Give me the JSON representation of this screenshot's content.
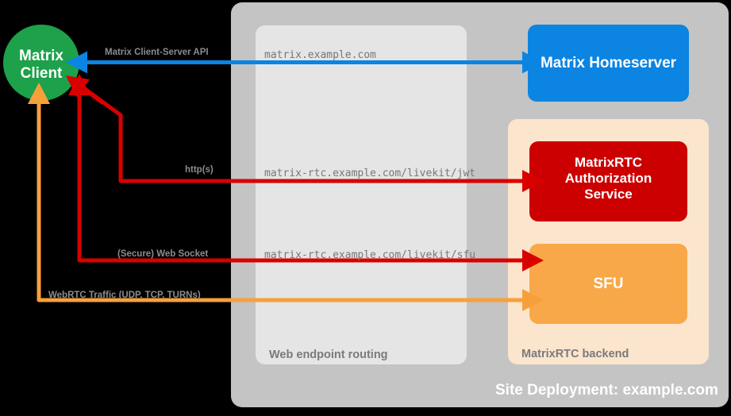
{
  "diagram": {
    "title_caption": "Site Deployment: example.com",
    "colors": {
      "background": "#000000",
      "site_container": "#c4c4c4",
      "web_routing_container": "#e5e5e5",
      "matrixrtc_container": "#fce5cd",
      "client_green": "#1da14a",
      "homeserver_blue": "#0b84e2",
      "auth_red": "#cc0000",
      "sfu_orange": "#f8a849",
      "arrow_blue": "#0b84e2",
      "arrow_red": "#d90000",
      "arrow_orange": "#f6a03c",
      "caption_gray": "#7a7a7a",
      "url_gray": "#777777"
    }
  },
  "nodes": {
    "client": {
      "line1": "Matrix",
      "line2": "Client"
    },
    "homeserver": {
      "label": "Matrix Homeserver"
    },
    "auth_service": {
      "line1": "MatrixRTC",
      "line2": "Authorization",
      "line3": "Service"
    },
    "sfu": {
      "label": "SFU"
    }
  },
  "groups": {
    "web_endpoint_routing": {
      "caption": "Web endpoint routing"
    },
    "matrixrtc_backend": {
      "caption": "MatrixRTC backend"
    },
    "site": {
      "caption": "Site Deployment: example.com"
    }
  },
  "edges": [
    {
      "id": "matrix-cs-api",
      "protocol_label": "Matrix Client-Server API",
      "url_label": "matrix.example.com",
      "color": "#0b84e2",
      "direction": "bidirectional"
    },
    {
      "id": "livekit-jwt",
      "protocol_label": "http(s)",
      "url_label": "matrix-rtc.example.com/livekit/jwt",
      "color": "#d90000",
      "direction": "bidirectional"
    },
    {
      "id": "livekit-sfu",
      "protocol_label": "(Secure) Web Socket",
      "url_label": "matrix-rtc.example.com/livekit/sfu",
      "color": "#d90000",
      "direction": "bidirectional"
    },
    {
      "id": "webrtc-traffic",
      "protocol_label": "WebRTC Traffic (UDP, TCP, TURNs)",
      "url_label": "",
      "color": "#f6a03c",
      "direction": "bidirectional"
    }
  ]
}
